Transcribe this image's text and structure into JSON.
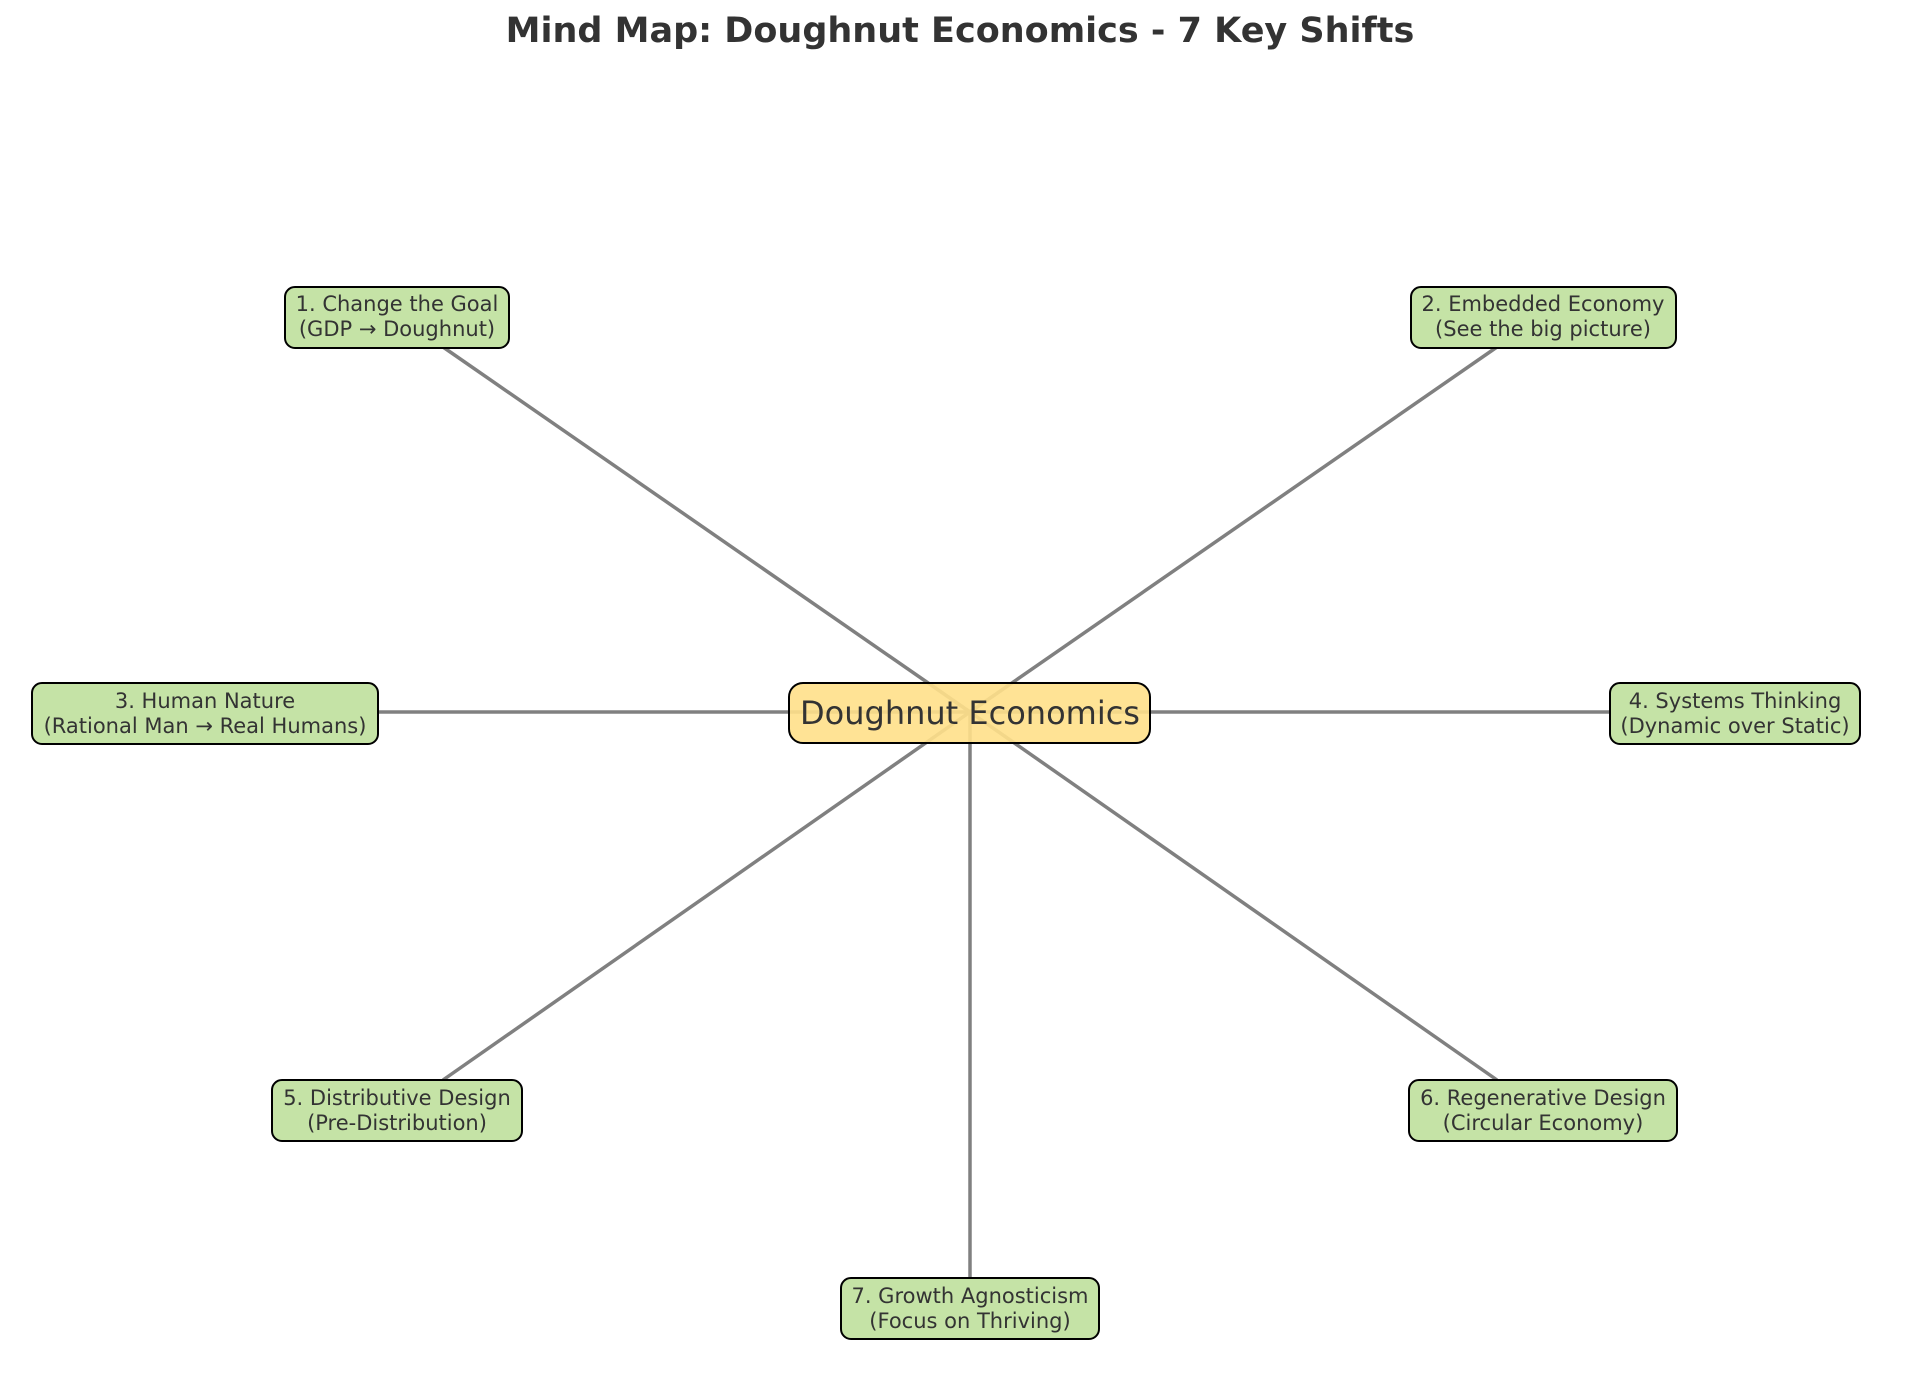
{
  "title": "Mind Map: Doughnut Economics - 7 Key Shifts",
  "colors": {
    "center_fill": "#ffe08a",
    "branch_fill": "#c5e3a6",
    "edge": "#808080",
    "text": "#333333",
    "border": "#000000"
  },
  "center": {
    "label": "Doughnut Economics"
  },
  "branches": [
    {
      "line1": "1. Change the Goal",
      "line2": "(GDP → Doughnut)"
    },
    {
      "line1": "2. Embedded Economy",
      "line2": "(See the big picture)"
    },
    {
      "line1": "3. Human Nature",
      "line2": "(Rational Man → Real Humans)"
    },
    {
      "line1": "4. Systems Thinking",
      "line2": "(Dynamic over Static)"
    },
    {
      "line1": "5. Distributive Design",
      "line2": "(Pre-Distribution)"
    },
    {
      "line1": "6. Regenerative Design",
      "line2": "(Circular Economy)"
    },
    {
      "line1": "7. Growth Agnosticism",
      "line2": "(Focus on Thriving)"
    }
  ]
}
